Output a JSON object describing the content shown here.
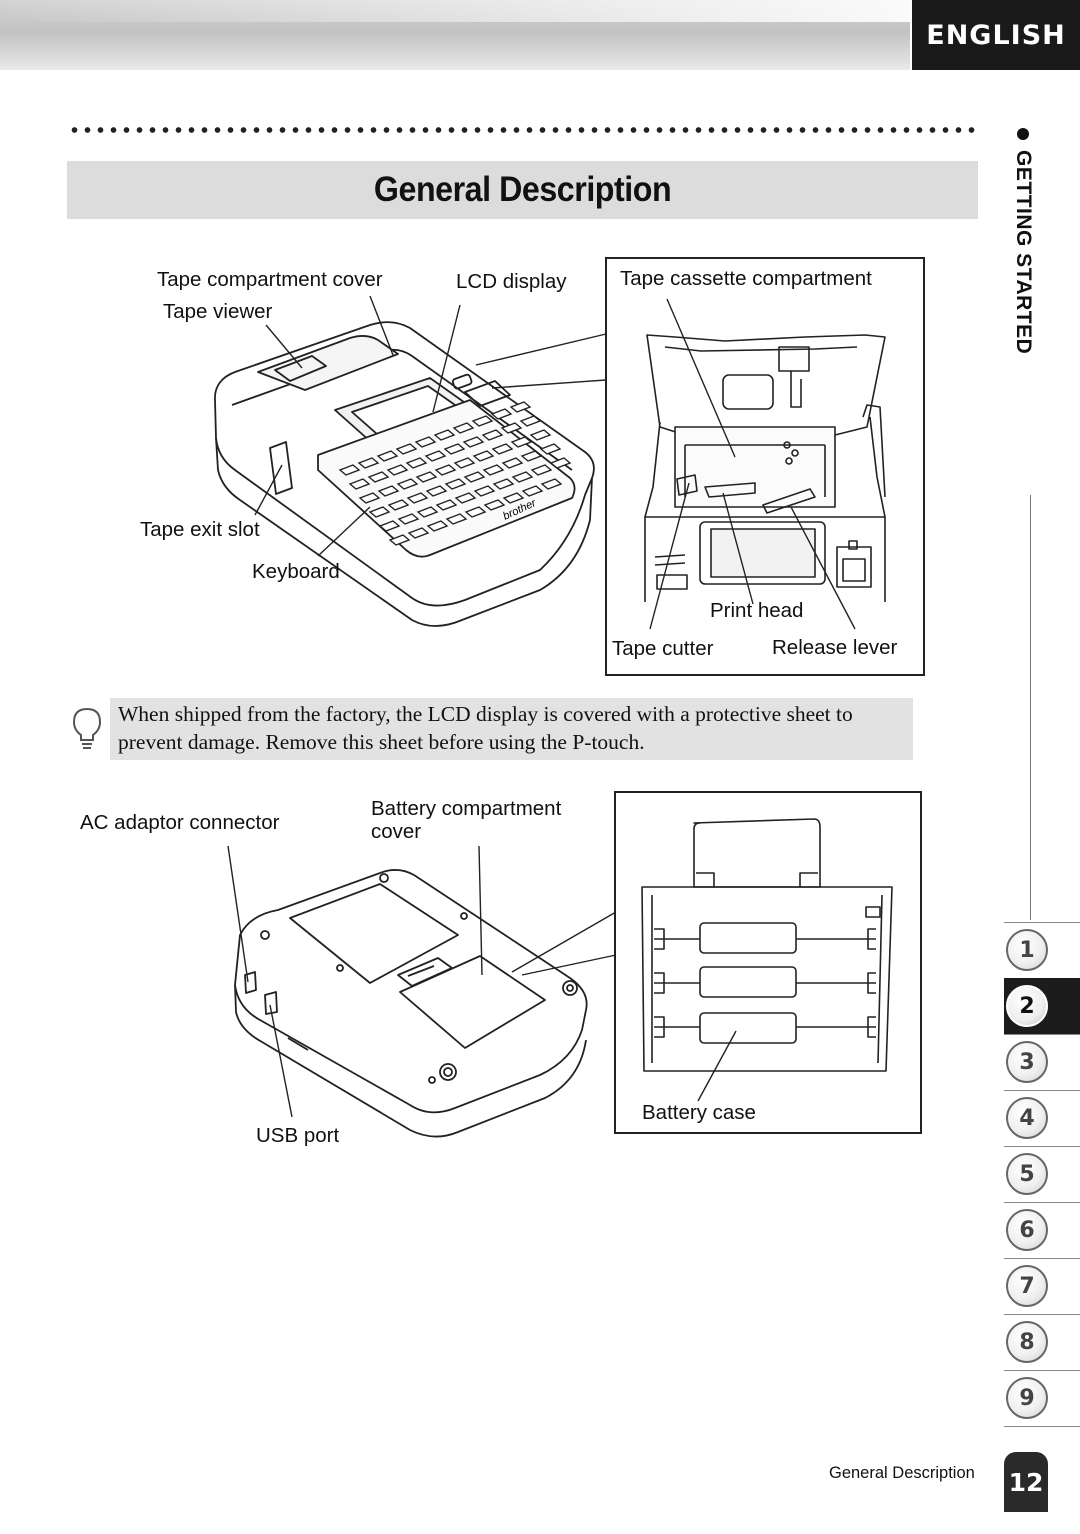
{
  "header": {
    "language_tab": "ENGLISH"
  },
  "title": "General Description",
  "figure_top": {
    "labels": {
      "tape_compartment_cover": "Tape compartment cover",
      "tape_viewer": "Tape viewer",
      "lcd_display": "LCD display",
      "tape_exit_slot": "Tape exit slot",
      "keyboard": "Keyboard"
    },
    "inset": {
      "title": "Tape cassette compartment",
      "print_head": "Print head",
      "tape_cutter": "Tape cutter",
      "release_lever": "Release lever"
    }
  },
  "note": {
    "line1": "When shipped from the factory, the LCD display is covered with a protective sheet to",
    "line2": "prevent damage. Remove this sheet before using the P-touch."
  },
  "figure_bottom": {
    "labels": {
      "ac_adaptor_connector": "AC adaptor connector",
      "battery_compartment_cover_1": "Battery compartment",
      "battery_compartment_cover_2": "cover",
      "usb_port": "USB port"
    },
    "inset": {
      "battery_case": "Battery case"
    }
  },
  "sidebar": {
    "section_label": "GETTING STARTED",
    "chapters": [
      "1",
      "2",
      "3",
      "4",
      "5",
      "6",
      "7",
      "8",
      "9"
    ],
    "active_chapter": "2"
  },
  "footer": {
    "section_name": "General Description",
    "page_number": "12"
  }
}
